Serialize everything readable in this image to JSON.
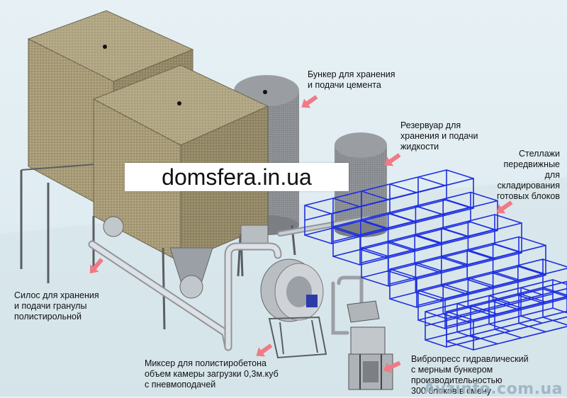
{
  "watermark": "domsfera.in.ua",
  "corner_watermark": "Avzinfo.com.ua",
  "labels": {
    "cement_bunker": [
      "Бункер для хранения",
      "и подачи цемента"
    ],
    "liquid_tank": [
      "Резервуар для",
      "хранения и подачи",
      "жидкости"
    ],
    "racks": [
      "Стеллажи",
      "передвижные",
      "для",
      "складирования",
      "готовых блоков"
    ],
    "silo": [
      "Силос для хранения",
      "и подачи гранулы",
      "полистирольной"
    ],
    "mixer": [
      "Миксер для полистиробетона",
      "объем камеры загрузки 0,3м.куб",
      "с пневмоподачей"
    ],
    "vibropress": [
      "Вибропресс гидравлический",
      "с мерным бункером",
      "производительностью",
      "300 блоков в смену"
    ]
  },
  "colors": {
    "arrow": "#f07a86",
    "rack": "#1f2fe0",
    "silo_fabric": "#a99c78",
    "tank": "#8a8e92",
    "pipe": "#c9ced3",
    "frame": "#5a5e62"
  }
}
